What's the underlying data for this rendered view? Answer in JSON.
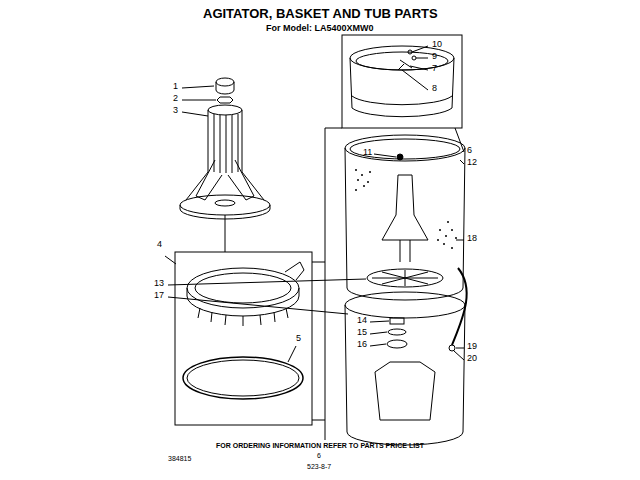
{
  "diagram": {
    "title": "AGITATOR, BASKET AND TUB PARTS",
    "labels": [
      "For Model: LA5400XMW0",
      "1",
      "2",
      "3",
      "10",
      "9",
      "7",
      "8",
      "6",
      "11",
      "12",
      "4",
      "18",
      "13",
      "17",
      "14",
      "15",
      "16",
      "19",
      "20",
      "5",
      "FOR ORDERING INFORMATION REFER TO PARTS PRICE LIST",
      "384815",
      "6",
      "523-8-7"
    ]
  }
}
